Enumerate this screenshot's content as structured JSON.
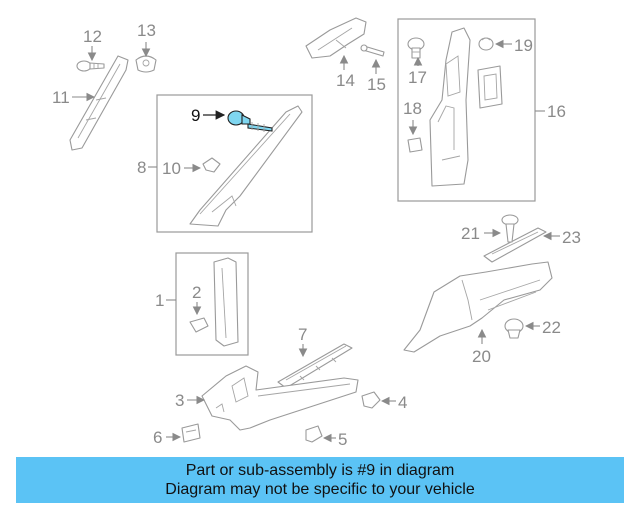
{
  "callouts": {
    "c1": "1",
    "c2": "2",
    "c3": "3",
    "c4": "4",
    "c5": "5",
    "c6": "6",
    "c7": "7",
    "c8": "8",
    "c9": "9",
    "c10": "10",
    "c11": "11",
    "c12": "12",
    "c13": "13",
    "c14": "14",
    "c15": "15",
    "c16": "16",
    "c17": "17",
    "c18": "18",
    "c19": "19",
    "c20": "20",
    "c21": "21",
    "c22": "22",
    "c23": "23"
  },
  "highlight_color": "#7fd6f0",
  "banner": {
    "line1": "Part or sub-assembly is #9 in diagram",
    "line2": "Diagram may not be specific to your vehicle",
    "background": "#5bc3f5"
  }
}
